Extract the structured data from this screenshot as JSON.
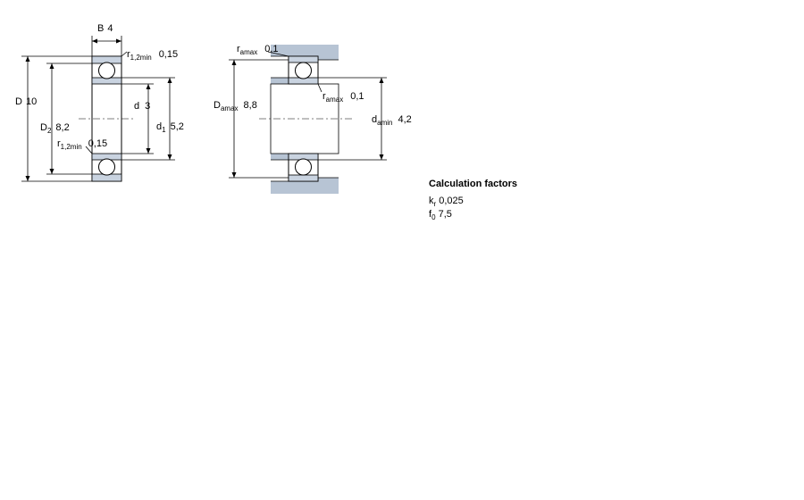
{
  "bearing": {
    "labels": {
      "B": "B",
      "B_val": "4",
      "r_top": "r",
      "r_top_sub": "1,2min",
      "r_top_val": "0,15",
      "D": "D",
      "D_val": "10",
      "D2": "D",
      "D2_sub": "2",
      "D2_val": "8,2",
      "r_bot": "r",
      "r_bot_sub": "1,2min",
      "r_bot_val": "0,15",
      "d": "d",
      "d_val": "3",
      "d1": "d",
      "d1_sub": "1",
      "d1_val": "5,2"
    }
  },
  "mounting": {
    "labels": {
      "ra_top": "r",
      "ra_top_sub": "amax",
      "ra_top_val": "0,1",
      "Da": "D",
      "Da_sub": "amax",
      "Da_val": "8,8",
      "ra_mid": "r",
      "ra_mid_sub": "amax",
      "ra_mid_val": "0,1",
      "da": "d",
      "da_sub": "amin",
      "da_val": "4,2"
    }
  },
  "calculation_factors": {
    "title": "Calculation factors",
    "kr_symbol": "k",
    "kr_sub": "r",
    "kr_value": "0,025",
    "f0_symbol": "f",
    "f0_sub": "0",
    "f0_value": "7,5"
  },
  "colors": {
    "housing_fill": "#b7c4d4",
    "bearing_fill": "#ffffff",
    "ring_tint": "#c9d3e0",
    "line": "#000000"
  }
}
